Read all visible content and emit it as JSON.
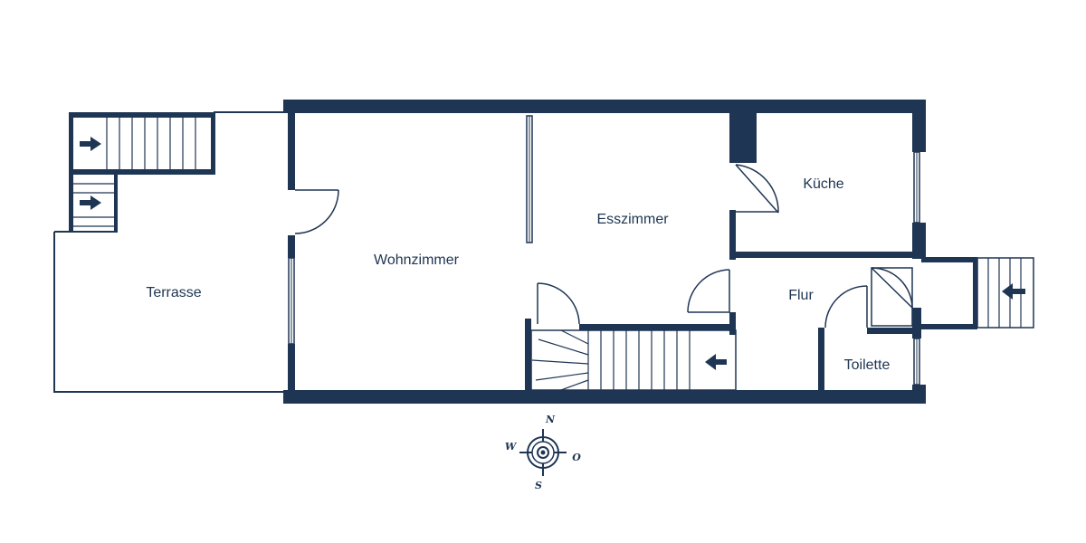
{
  "colors": {
    "wall": "#1e3553",
    "line": "#1e3553",
    "background": "#ffffff"
  },
  "rooms": {
    "terrasse": "Terrasse",
    "wohnzimmer": "Wohnzimmer",
    "esszimmer": "Esszimmer",
    "kueche": "Küche",
    "flur": "Flur",
    "toilette": "Toilette"
  },
  "compass": {
    "north": "N",
    "east": "O",
    "south": "S",
    "west": "W"
  },
  "icons": [
    "stair-arrow-icon",
    "compass-rose-icon",
    "door-swing-icon",
    "window-icon"
  ]
}
